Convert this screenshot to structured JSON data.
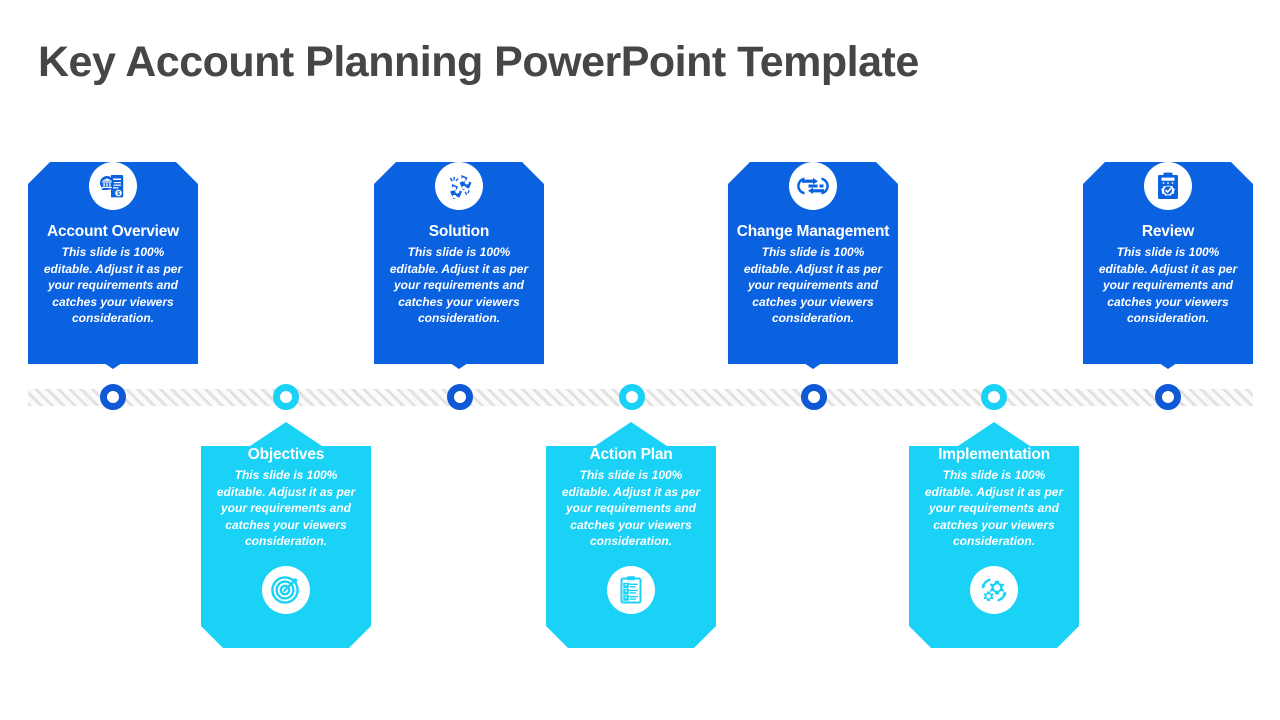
{
  "page": {
    "title": "Key Account Planning PowerPoint Template",
    "background": "#ffffff",
    "title_color": "#464646"
  },
  "colors": {
    "primary_blue": "#0b62e0",
    "accent_cyan": "#1ad2f5",
    "node_blue": "#0f58d6",
    "node_cyan": "#1ad2f5",
    "timeline_track": "#f2f2f2",
    "timeline_stripe": "#e2e2e2"
  },
  "timeline": {
    "nodes": [
      {
        "label": "node-1",
        "color": "#0f58d6",
        "style": "blue"
      },
      {
        "label": "node-2",
        "color": "#1ad2f5",
        "style": "cyan"
      },
      {
        "label": "node-3",
        "color": "#0f58d6",
        "style": "blue"
      },
      {
        "label": "node-4",
        "color": "#1ad2f5",
        "style": "cyan"
      },
      {
        "label": "node-5",
        "color": "#0f58d6",
        "style": "blue"
      },
      {
        "label": "node-6",
        "color": "#1ad2f5",
        "style": "cyan"
      },
      {
        "label": "node-7",
        "color": "#0f58d6",
        "style": "blue"
      }
    ]
  },
  "body_text": "This slide is 100% editable. Adjust  it as per your requirements and catches your viewers consideration.",
  "cards": {
    "top": [
      {
        "title": "Account Overview",
        "description": "This slide is 100% editable. Adjust  it as per your requirements and catches your viewers consideration.",
        "icon": "invoice-document-icon",
        "color": "#0b62e0"
      },
      {
        "title": "Solution",
        "description": "This slide is 100% editable. Adjust  it as per your requirements and catches your viewers consideration.",
        "icon": "puzzle-pieces-icon",
        "color": "#0b62e0"
      },
      {
        "title": "Change Management",
        "description": "This slide is 100% editable. Adjust  it as per your requirements and catches your viewers consideration.",
        "icon": "gear-arrows-icon",
        "color": "#0b62e0"
      },
      {
        "title": "Review",
        "description": "This slide is 100% editable. Adjust  it as per your requirements and catches your viewers consideration.",
        "icon": "clipboard-check-badge-icon",
        "color": "#0b62e0"
      }
    ],
    "bottom": [
      {
        "title": "Objectives",
        "description": "This slide is 100% editable. Adjust  it as per your requirements and catches your viewers consideration.",
        "icon": "target-arrow-icon",
        "color": "#1ad2f5"
      },
      {
        "title": "Action Plan",
        "description": "This slide is 100% editable. Adjust  it as per your requirements and catches your viewers consideration.",
        "icon": "checklist-clipboard-icon",
        "color": "#1ad2f5"
      },
      {
        "title": "Implementation",
        "description": "This slide is 100% editable. Adjust  it as per your requirements and catches your viewers consideration.",
        "icon": "gears-refresh-icon",
        "color": "#1ad2f5"
      }
    ]
  }
}
